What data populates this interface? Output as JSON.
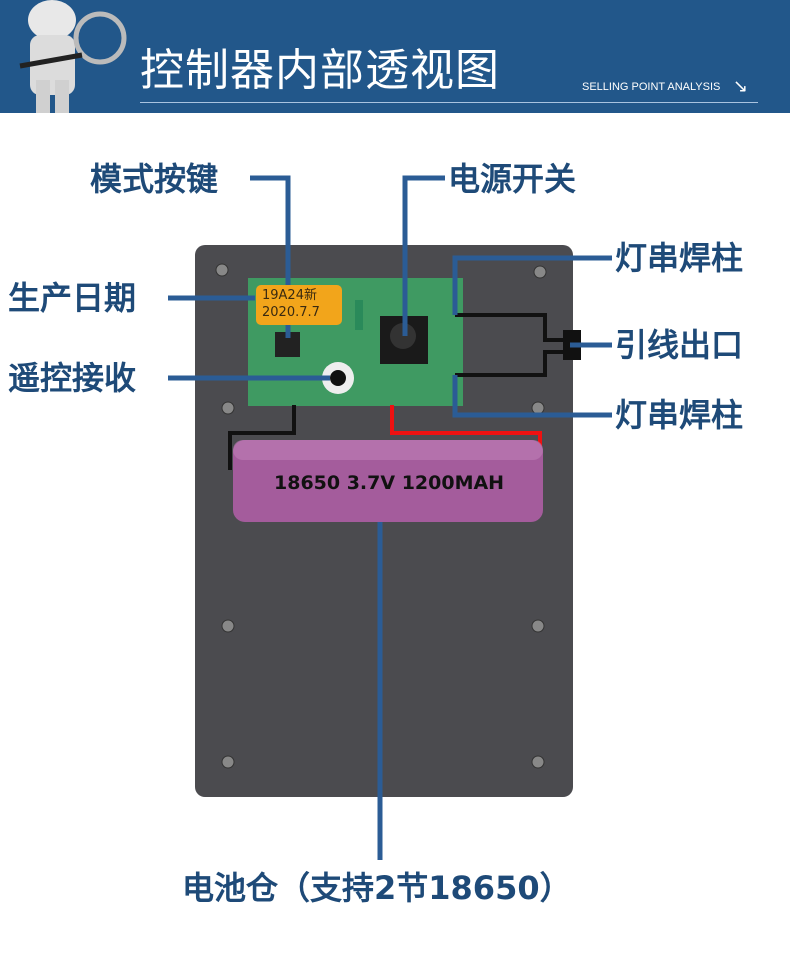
{
  "header": {
    "title": "控制器内部透视图",
    "subtitle": "SELLING POINT ANALYSIS",
    "arrow_icon": "arrow-down-right-icon",
    "bg_color": "#22578a"
  },
  "callouts": {
    "mode_button": "模式按键",
    "power_switch": "电源开关",
    "light_string_post_top": "灯串焊柱",
    "production_date": "生产日期",
    "lead_outlet": "引线出口",
    "remote_receiver": "遥控接收",
    "light_string_post_bottom": "灯串焊柱",
    "battery_compartment": "电池仓（支持2节18650）"
  },
  "pcb_sticker": {
    "line1": "19A24新",
    "line2": "2020.7.7"
  },
  "battery": {
    "label": "18650 3.7V 1200MAH",
    "color": "#a45c9c"
  },
  "colors": {
    "callout_text": "#1e4a78",
    "leader_line": "#2b5c95",
    "device_body": "#4b4b4f",
    "pcb": "#3f9a62"
  }
}
